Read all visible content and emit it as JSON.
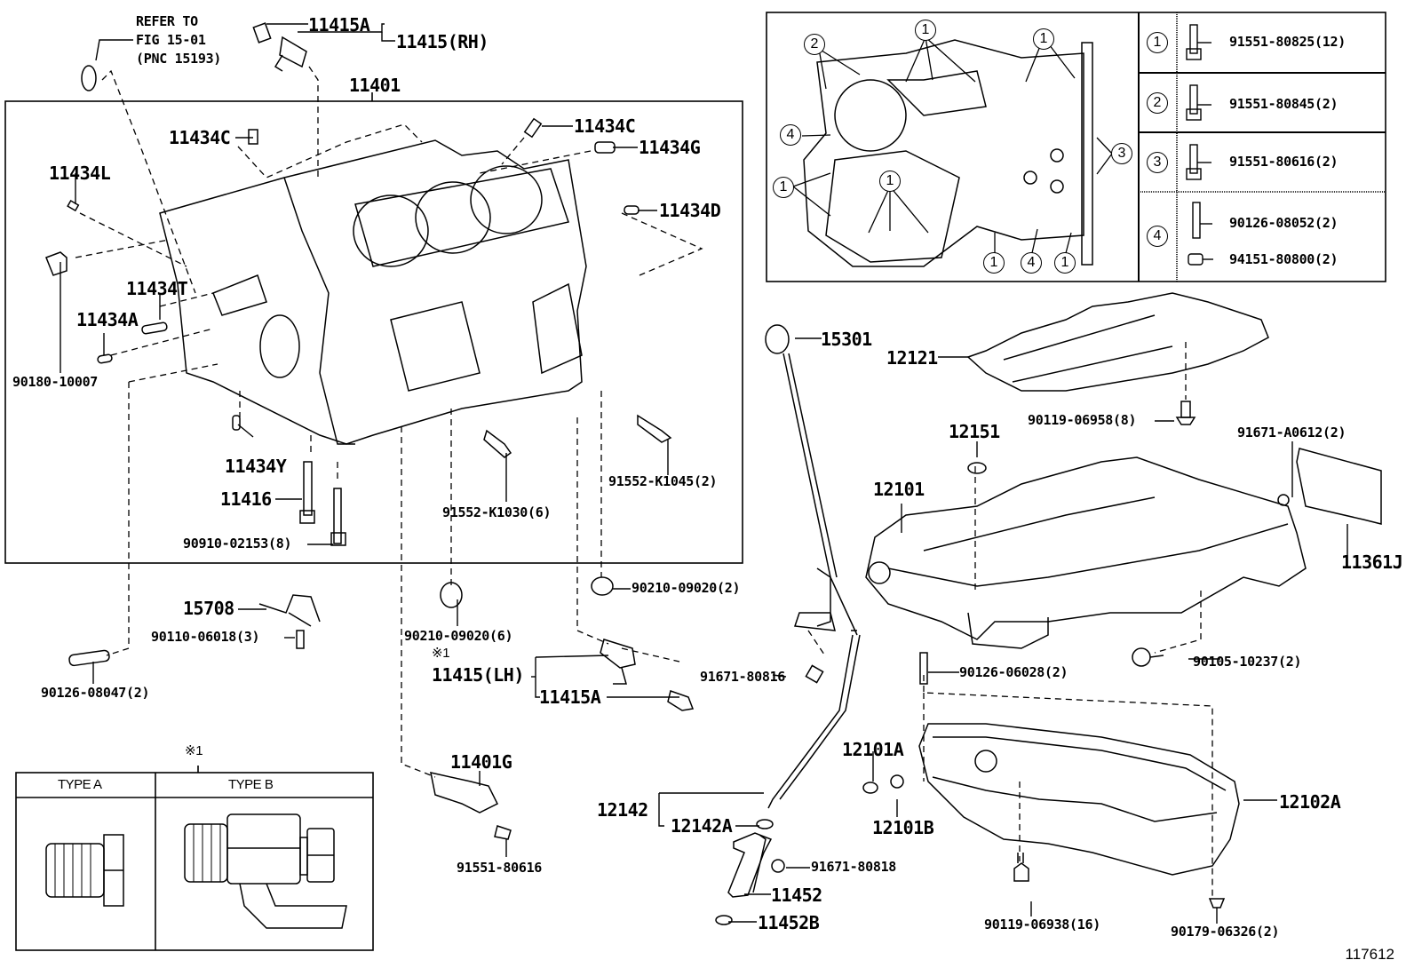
{
  "figure_number": "117612",
  "reference_note": {
    "line1": "REFER TO",
    "line2": "FIG 15-01",
    "line3": "(PNC 15193)"
  },
  "note_symbol": "※1",
  "main_assembly": "11401",
  "block_labels": {
    "p11415A_top": "11415A",
    "p11415_rh": "11415(RH)",
    "p11434C_left": "11434C",
    "p11434C_right": "11434C",
    "p11434G": "11434G",
    "p11434L": "11434L",
    "p11434D": "11434D",
    "p11434T": "11434T",
    "p11434A": "11434A",
    "p90180": "90180-10007",
    "p11434Y": "11434Y",
    "p11416": "11416",
    "p90910": "90910-02153(8)",
    "p91552_k1030": "91552-K1030(6)",
    "p91552_k1045": "91552-K1045(2)"
  },
  "lower_left_labels": {
    "p15708": "15708",
    "p90110": "90110-06018(3)",
    "p90126_08047": "90126-08047(2)",
    "p90210_6": "90210-09020(6)",
    "p90210_2": "90210-09020(2)",
    "p11415_lh": "11415(LH)",
    "p11415A_bottom": "11415A",
    "p11401G": "11401G",
    "p91551_80616": "91551-80616"
  },
  "type_table": {
    "type_a": "TYPE A",
    "type_b": "TYPE B"
  },
  "bolt_legend": [
    {
      "num": "1",
      "parts": [
        "91551-80825(12)"
      ]
    },
    {
      "num": "2",
      "parts": [
        "91551-80845(2)"
      ]
    },
    {
      "num": "3",
      "parts": [
        "91551-80616(2)"
      ]
    },
    {
      "num": "4",
      "parts": [
        "90126-08052(2)",
        "94151-80800(2)"
      ]
    }
  ],
  "callout_numbers": [
    "2",
    "1",
    "1",
    "4",
    "1",
    "1",
    "3",
    "1",
    "4",
    "1"
  ],
  "right_labels": {
    "p15301": "15301",
    "p12121": "12121",
    "p90119_06958": "90119-06958(8)",
    "p12151": "12151",
    "p91671_a0612": "91671-A0612(2)",
    "p12101": "12101",
    "p11361J": "11361J",
    "p90105": "90105-10237(2)",
    "p91671_80816": "91671-80816",
    "p90126_06028": "90126-06028(2)",
    "p12101A": "12101A",
    "p12101B": "12101B",
    "p12142": "12142",
    "p12142A": "12142A",
    "p12102A": "12102A",
    "p91671_80818": "91671-80818",
    "p11452": "11452",
    "p11452B": "11452B",
    "p90119_06938": "90119-06938(16)",
    "p90179": "90179-06326(2)"
  }
}
